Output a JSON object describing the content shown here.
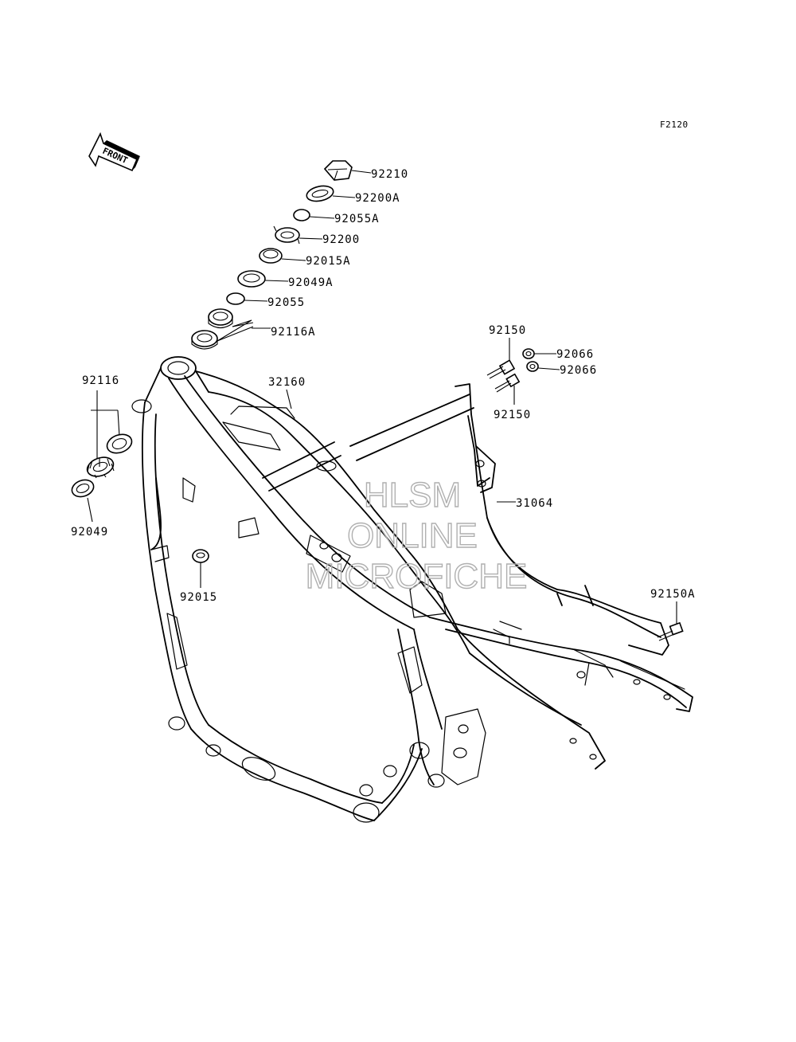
{
  "figure_id": "F2120",
  "front_label": "FRONT",
  "watermark": [
    "HLSM",
    "ONLINE",
    "MICROFICHE"
  ],
  "labels": {
    "p92210": "92210",
    "p92200A": "92200A",
    "p92055A": "92055A",
    "p92200": "92200",
    "p92015A": "92015A",
    "p92049A": "92049A",
    "p92055": "92055",
    "p92116A": "92116A",
    "p92116": "92116",
    "p92049": "92049",
    "p92015": "92015",
    "p32160": "32160",
    "p92150_top": "92150",
    "p92066_a": "92066",
    "p92066_b": "92066",
    "p92150_mid": "92150",
    "p31064": "31064",
    "p92150A": "92150A"
  }
}
